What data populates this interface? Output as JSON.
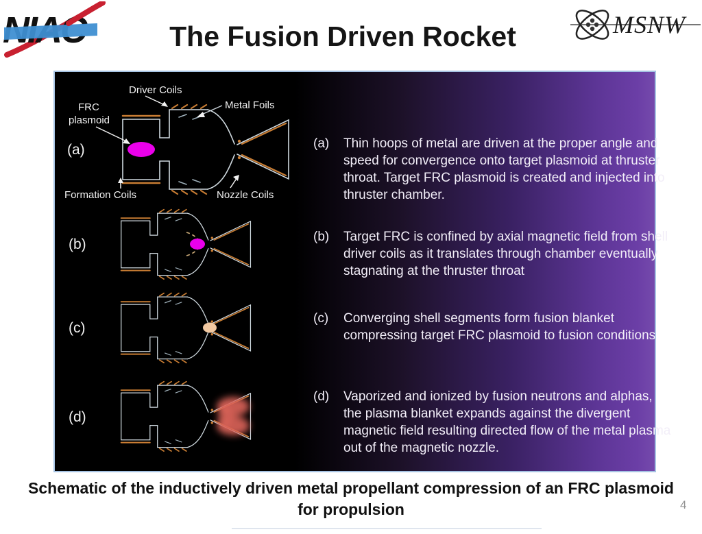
{
  "header": {
    "title": "The Fusion Driven Rocket",
    "niac_logo_text": "NIAC",
    "msnw_logo_text": "MSNW"
  },
  "diagram": {
    "annotations": {
      "driver_coils": "Driver Coils",
      "frc_plasmoid_line1": "FRC",
      "frc_plasmoid_line2": "plasmoid",
      "metal_foils": "Metal Foils",
      "formation_coils": "Formation Coils",
      "nozzle_coils": "Nozzle Coils"
    },
    "stages": [
      {
        "marker": "(a)",
        "description": "Thin hoops of metal are driven at the proper angle and speed for convergence onto target plasmoid at thruster throat. Target FRC plasmoid is created and injected into thruster chamber."
      },
      {
        "marker": "(b)",
        "description": "Target FRC is confined by axial magnetic field from shell driver coils as it translates through chamber eventually stagnating at the thruster throat"
      },
      {
        "marker": "(c)",
        "description": "Converging shell segments form fusion blanket compressing target FRC plasmoid to fusion conditions"
      },
      {
        "marker": "(d)",
        "description": "Vaporized and ionized by fusion neutrons and alphas, the plasma blanket expands against the divergent magnetic field resulting directed flow of the metal plasma out of the magnetic nozzle."
      }
    ]
  },
  "caption": "Schematic of the inductively driven metal propellant compression of an FRC plasmoid for propulsion",
  "page_number": "4",
  "colors": {
    "panel_purple": "#6b3ea6",
    "panel_border": "#a6c3e3",
    "plasmoid_magenta": "#ea00ea",
    "compressed_peach": "#f2c9a2",
    "plume_red": "#dd6459",
    "coil_copper": "#c97d33",
    "wall_gray": "#cfd9df",
    "niac_blue": "#3f8fd2",
    "niac_red": "#c82030"
  }
}
